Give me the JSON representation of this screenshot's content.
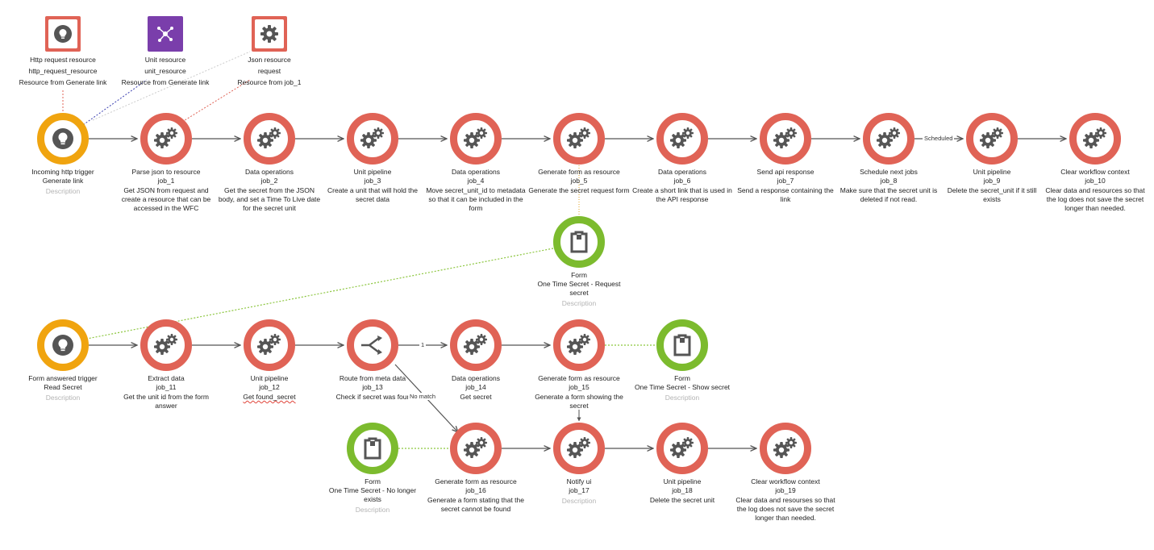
{
  "colors": {
    "job": "#e06356",
    "trigger": "#f0a40f",
    "form": "#7cbb2e",
    "unit_resource": "#7a3eab",
    "edge": "#555555",
    "form_link": "#8cc63f",
    "description": "#b4b4b4"
  },
  "resources": [
    {
      "id": "r1",
      "icon": "lightbulb-icon",
      "kind": "http",
      "name": "Http request resource",
      "key": "http_request_resource",
      "source": "Resource from Generate link"
    },
    {
      "id": "r2",
      "icon": "network-icon",
      "kind": "unit",
      "name": "Unit resource",
      "key": "unit_resource",
      "source": "Resource from Generate link"
    },
    {
      "id": "r3",
      "icon": "gear-icon",
      "kind": "json",
      "name": "Json resource",
      "key": "request",
      "source": "Resource from job_1"
    }
  ],
  "nodes": {
    "trigger1": {
      "title": "Incoming http trigger",
      "job": "Generate link",
      "desc": "",
      "placeholder": "Description"
    },
    "job_1": {
      "title": "Parse json to resource",
      "job": "job_1",
      "desc": "Get JSON from request and create a resource that can be accessed in the WFC"
    },
    "job_2": {
      "title": "Data operations",
      "job": "job_2",
      "desc": "Get the secret from the JSON body, and set a Time To Live date for the secret unit"
    },
    "job_3": {
      "title": "Unit pipeline",
      "job": "job_3",
      "desc": "Create a unit that will hold the secret data"
    },
    "job_4": {
      "title": "Data operations",
      "job": "job_4",
      "desc": "Move secret_unit_id to metadata so that it can be included in the form"
    },
    "job_5": {
      "title": "Generate form as resource",
      "job": "job_5",
      "desc": "Generate the secret request form"
    },
    "job_6": {
      "title": "Data operations",
      "job": "job_6",
      "desc": "Create a short link that is used in the API response"
    },
    "job_7": {
      "title": "Send api response",
      "job": "job_7",
      "desc": "Send a response containing the link"
    },
    "job_8": {
      "title": "Schedule next jobs",
      "job": "job_8",
      "desc": "Make sure that the secret unit is deleted if not read."
    },
    "job_9": {
      "title": "Unit pipeline",
      "job": "job_9",
      "desc": "Delete the secret_unit if it still exists"
    },
    "job_10": {
      "title": "Clear workflow context",
      "job": "job_10",
      "desc": "Clear data and resources so that the log does not save the secret longer than needed."
    },
    "form1": {
      "title": "Form",
      "job": "One Time Secret - Request secret",
      "desc": "",
      "placeholder": "Description"
    },
    "trigger2": {
      "title": "Form answered trigger",
      "job": "Read Secret",
      "desc": "",
      "placeholder": "Description"
    },
    "job_11": {
      "title": "Extract data",
      "job": "job_11",
      "desc": "Get the unit id from the form answer"
    },
    "job_12": {
      "title": "Unit pipeline",
      "job": "job_12",
      "desc": "Get found_secret"
    },
    "job_13": {
      "title": "Route from meta data",
      "job": "job_13",
      "desc": "Check if secret was four"
    },
    "job_14": {
      "title": "Data operations",
      "job": "job_14",
      "desc": "Get secret"
    },
    "job_15": {
      "title": "Generate form as resource",
      "job": "job_15",
      "desc": "Generate a form showing the secret"
    },
    "form2": {
      "title": "Form",
      "job": "One Time Secret - Show secret",
      "desc": "",
      "placeholder": "Description"
    },
    "form3": {
      "title": "Form",
      "job": "One Time Secret - No longer exists",
      "desc": "",
      "placeholder": "Description"
    },
    "job_16": {
      "title": "Generate form as resource",
      "job": "job_16",
      "desc": "Generate a form stating that the secret cannot be found"
    },
    "job_17": {
      "title": "Notify ui",
      "job": "job_17",
      "desc": "",
      "placeholder": "Description"
    },
    "job_18": {
      "title": "Unit pipeline",
      "job": "job_18",
      "desc": "Delete the secret unit"
    },
    "job_19": {
      "title": "Clear workflow context",
      "job": "job_19",
      "desc": "Clear data and resourses so that the log does not save the secret longer than needed."
    }
  },
  "edge_labels": {
    "scheduled": "Scheduled",
    "route_1": "1",
    "no_match": "No match"
  }
}
